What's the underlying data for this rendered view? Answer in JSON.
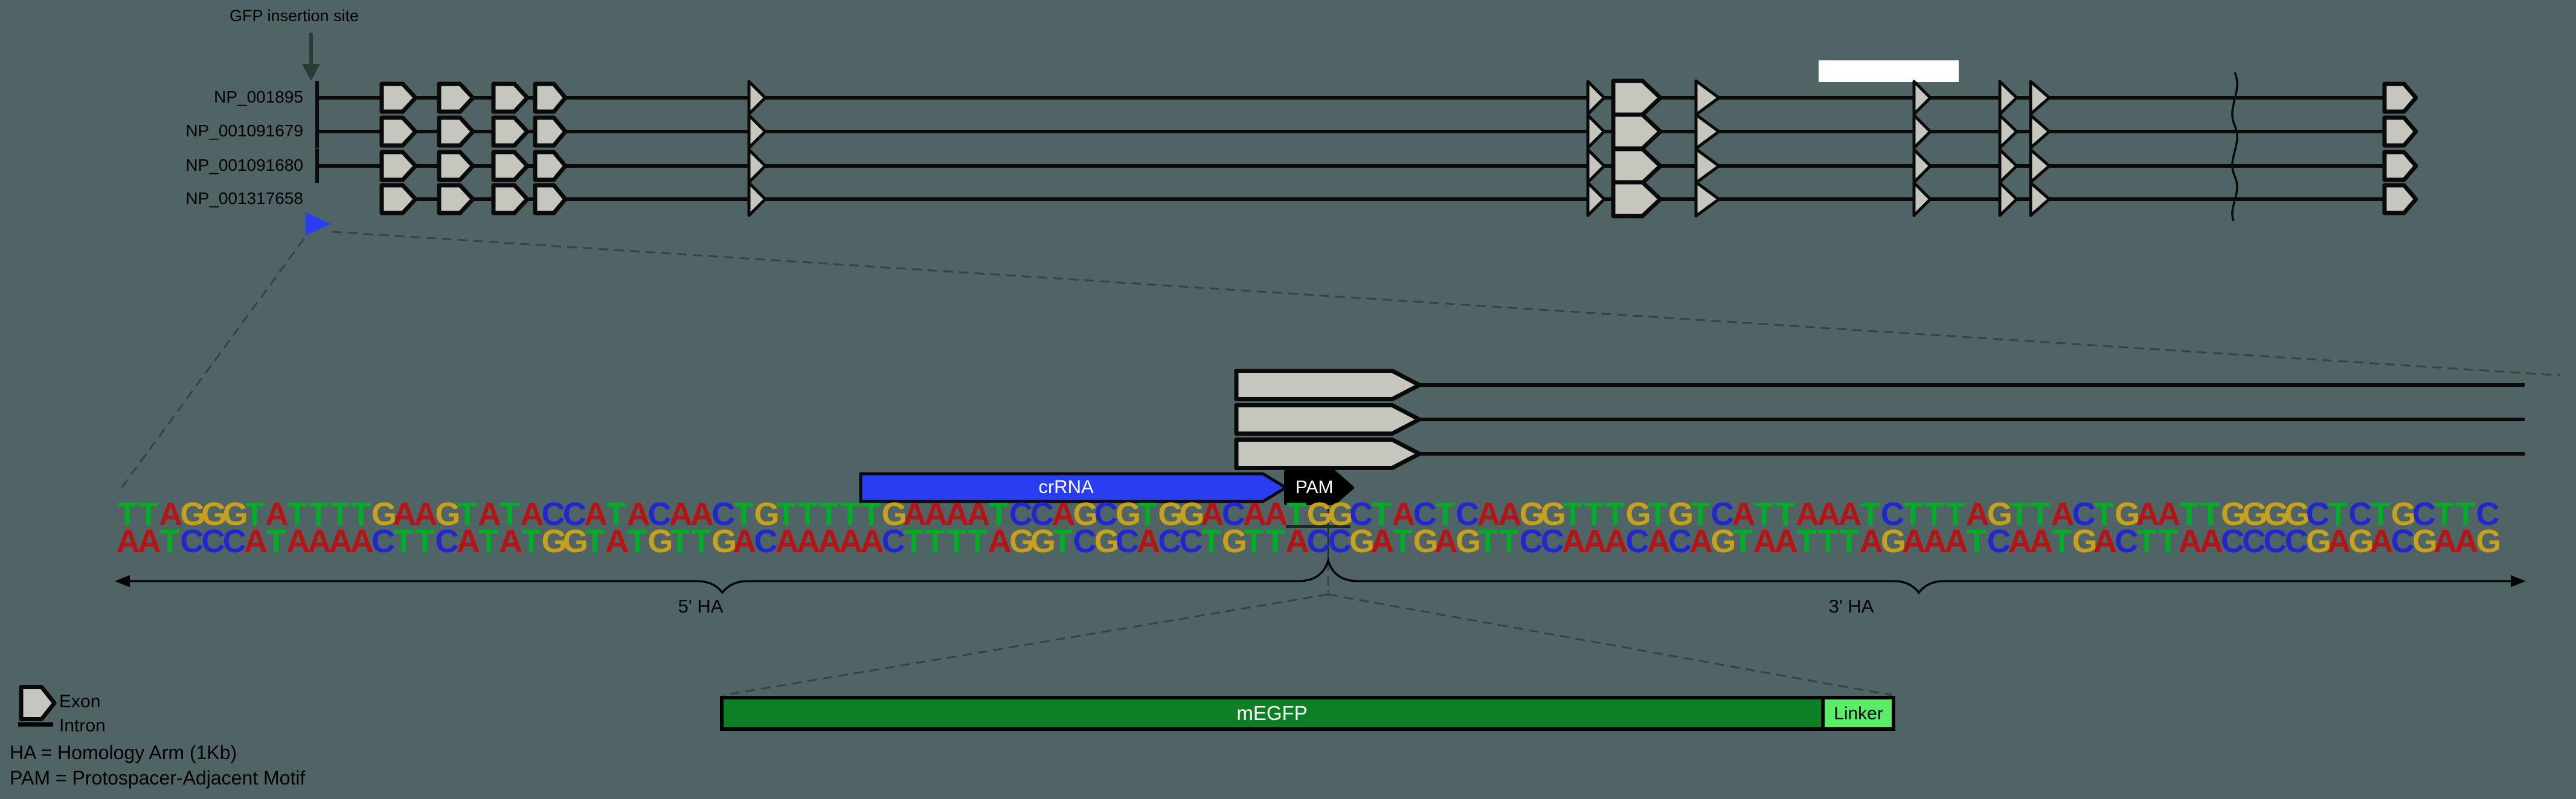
{
  "figure": {
    "background": "#506466"
  },
  "annotations": {
    "gfp_insertion_site": "GFP insertion site"
  },
  "tracks": {
    "labels": [
      "NP_001895",
      "NP_001091679",
      "NP_001091680",
      "NP_001317658"
    ]
  },
  "guide": {
    "crrna_label": "crRNA",
    "pam_label": "PAM",
    "pam_bases": "TGG",
    "crrna_color": "#2a3df0"
  },
  "sequence": {
    "top_strand": "TTAGGGTATTTTGAAGTATACCATACAACTGTTTTTGAAAATCCAGCGTGGACAATGGCTACTCAAGGTTTGTGTCATTAAATCTTTAGTTACTGAATTGGGGCTCTGCTTC",
    "bottom_strand": "AATCCCATAAAACTTCATATGGTATGTTGACAAAAACTTTTAGGTCGCACCTGTTACCGATGAGTTCCAAACACAGTAATTTAGAAATCAATGACTTAACCCCGAGACGAAG",
    "base_colors": {
      "A": "#b41414",
      "T": "#00ad26",
      "G": "#c7a11d",
      "C": "#2127cd"
    }
  },
  "homology_arms": {
    "five_prime_label": "5' HA",
    "three_prime_label": "3' HA"
  },
  "insert": {
    "gene_label": "mEGFP",
    "linker_label": "Linker",
    "gene_color": "#0d7f24",
    "linker_color": "#58ee68"
  },
  "legend": {
    "exon_label": "Exon",
    "intron_label": "Intron",
    "ha_definition": "HA = Homology Arm (1Kb)",
    "pam_definition": "PAM = Protospacer-Adjacent Motif"
  }
}
